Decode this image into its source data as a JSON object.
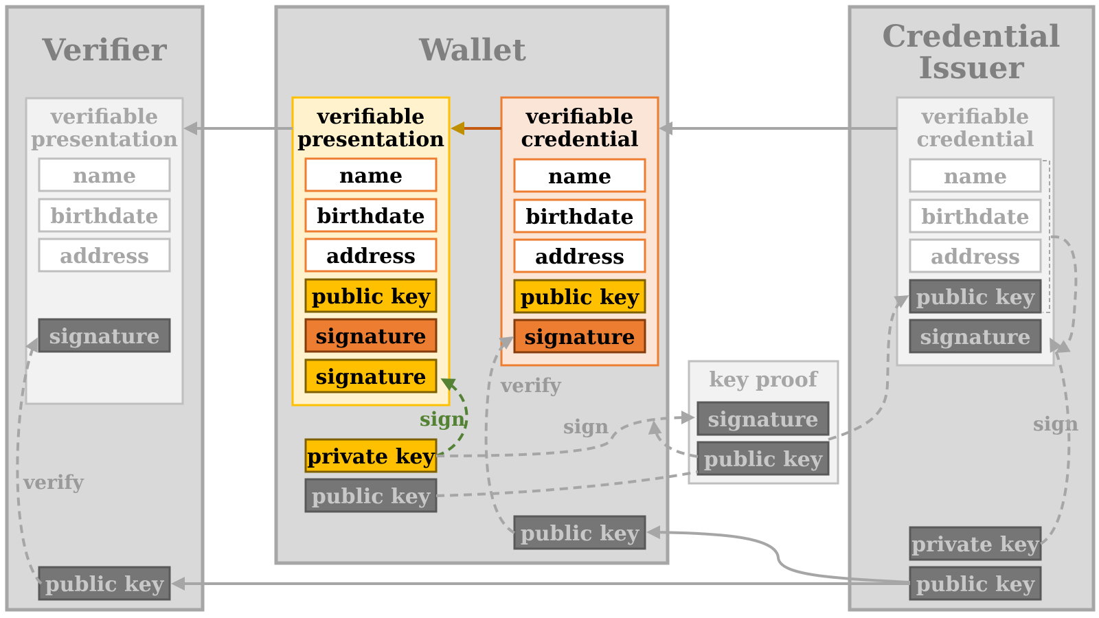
{
  "verifier": {
    "title": "Verifier",
    "presentation_title_line1": "verifiable",
    "presentation_title_line2": "presentation",
    "fields": {
      "name": "name",
      "birthdate": "birthdate",
      "address": "address",
      "signature": "signature"
    },
    "public_key": "public key",
    "verify_label": "verify"
  },
  "wallet": {
    "title": "Wallet",
    "presentation": {
      "title_line1": "verifiable",
      "title_line2": "presentation",
      "name": "name",
      "birthdate": "birthdate",
      "address": "address",
      "public_key": "public key",
      "signature": "signature",
      "signature2": "signature"
    },
    "credential": {
      "title_line1": "verifiable",
      "title_line2": "credential",
      "name": "name",
      "birthdate": "birthdate",
      "address": "address",
      "public_key": "public key",
      "signature": "signature"
    },
    "private_key": "private key",
    "public_key": "public key",
    "issuer_public_key": "public key",
    "sign_label": "sign",
    "verify_label": "verify"
  },
  "key_proof": {
    "title": "key proof",
    "signature": "signature",
    "public_key": "public key",
    "sign_label": "sign"
  },
  "issuer": {
    "title_line1": "Credential",
    "title_line2": "Issuer",
    "credential_title_line1": "verifiable",
    "credential_title_line2": "credential",
    "fields": {
      "name": "name",
      "birthdate": "birthdate",
      "address": "address",
      "public_key": "public key",
      "signature": "signature"
    },
    "private_key": "private key",
    "public_key": "public key",
    "sign_label": "sign"
  },
  "colors": {
    "panel_bg": "#d9d9d9",
    "panel_border": "#a6a6a6",
    "faded_box_bg": "#f2f2f2",
    "key_dark": "#767676",
    "yellow": "#ffc000",
    "orange": "#ed7d31",
    "presentation_bg": "#fff2cc",
    "credential_bg": "#fbe5d6",
    "sign_green": "#548235"
  }
}
